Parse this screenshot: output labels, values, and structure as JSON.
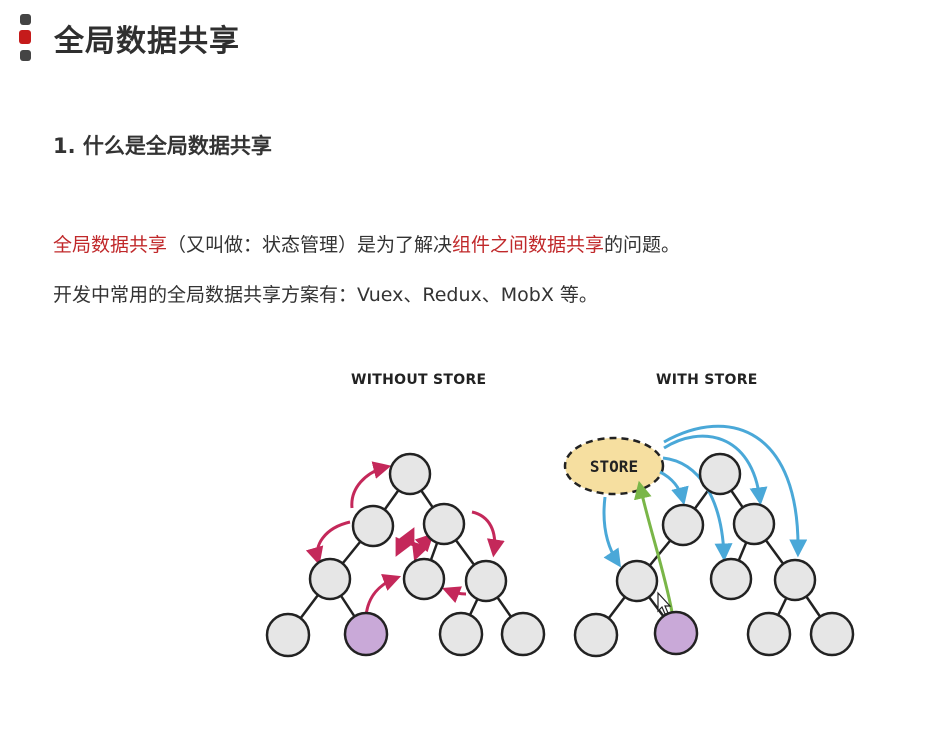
{
  "header": {
    "title": "全局数据共享"
  },
  "section": {
    "heading": "1. 什么是全局数据共享"
  },
  "paragraph1": {
    "part1": "全局数据共享",
    "part2": "（又叫做：状态管理）是为了解决",
    "part3": "组件之间数据共享",
    "part4": "的问题。"
  },
  "paragraph2": {
    "text": "开发中常用的全局数据共享方案有：Vuex、Redux、MobX 等。"
  },
  "diagram": {
    "without_label": "WITHOUT STORE",
    "with_label": "WITH STORE",
    "store_label": "STORE"
  },
  "colors": {
    "highlight": "#c0282a",
    "node_fill": "#e6e6e6",
    "node_active": "#c9a9d8",
    "arrow_without": "#c4285a",
    "arrow_store": "#4aa8d8",
    "arrow_up": "#7ab648",
    "store_fill": "#f6dfa0"
  }
}
